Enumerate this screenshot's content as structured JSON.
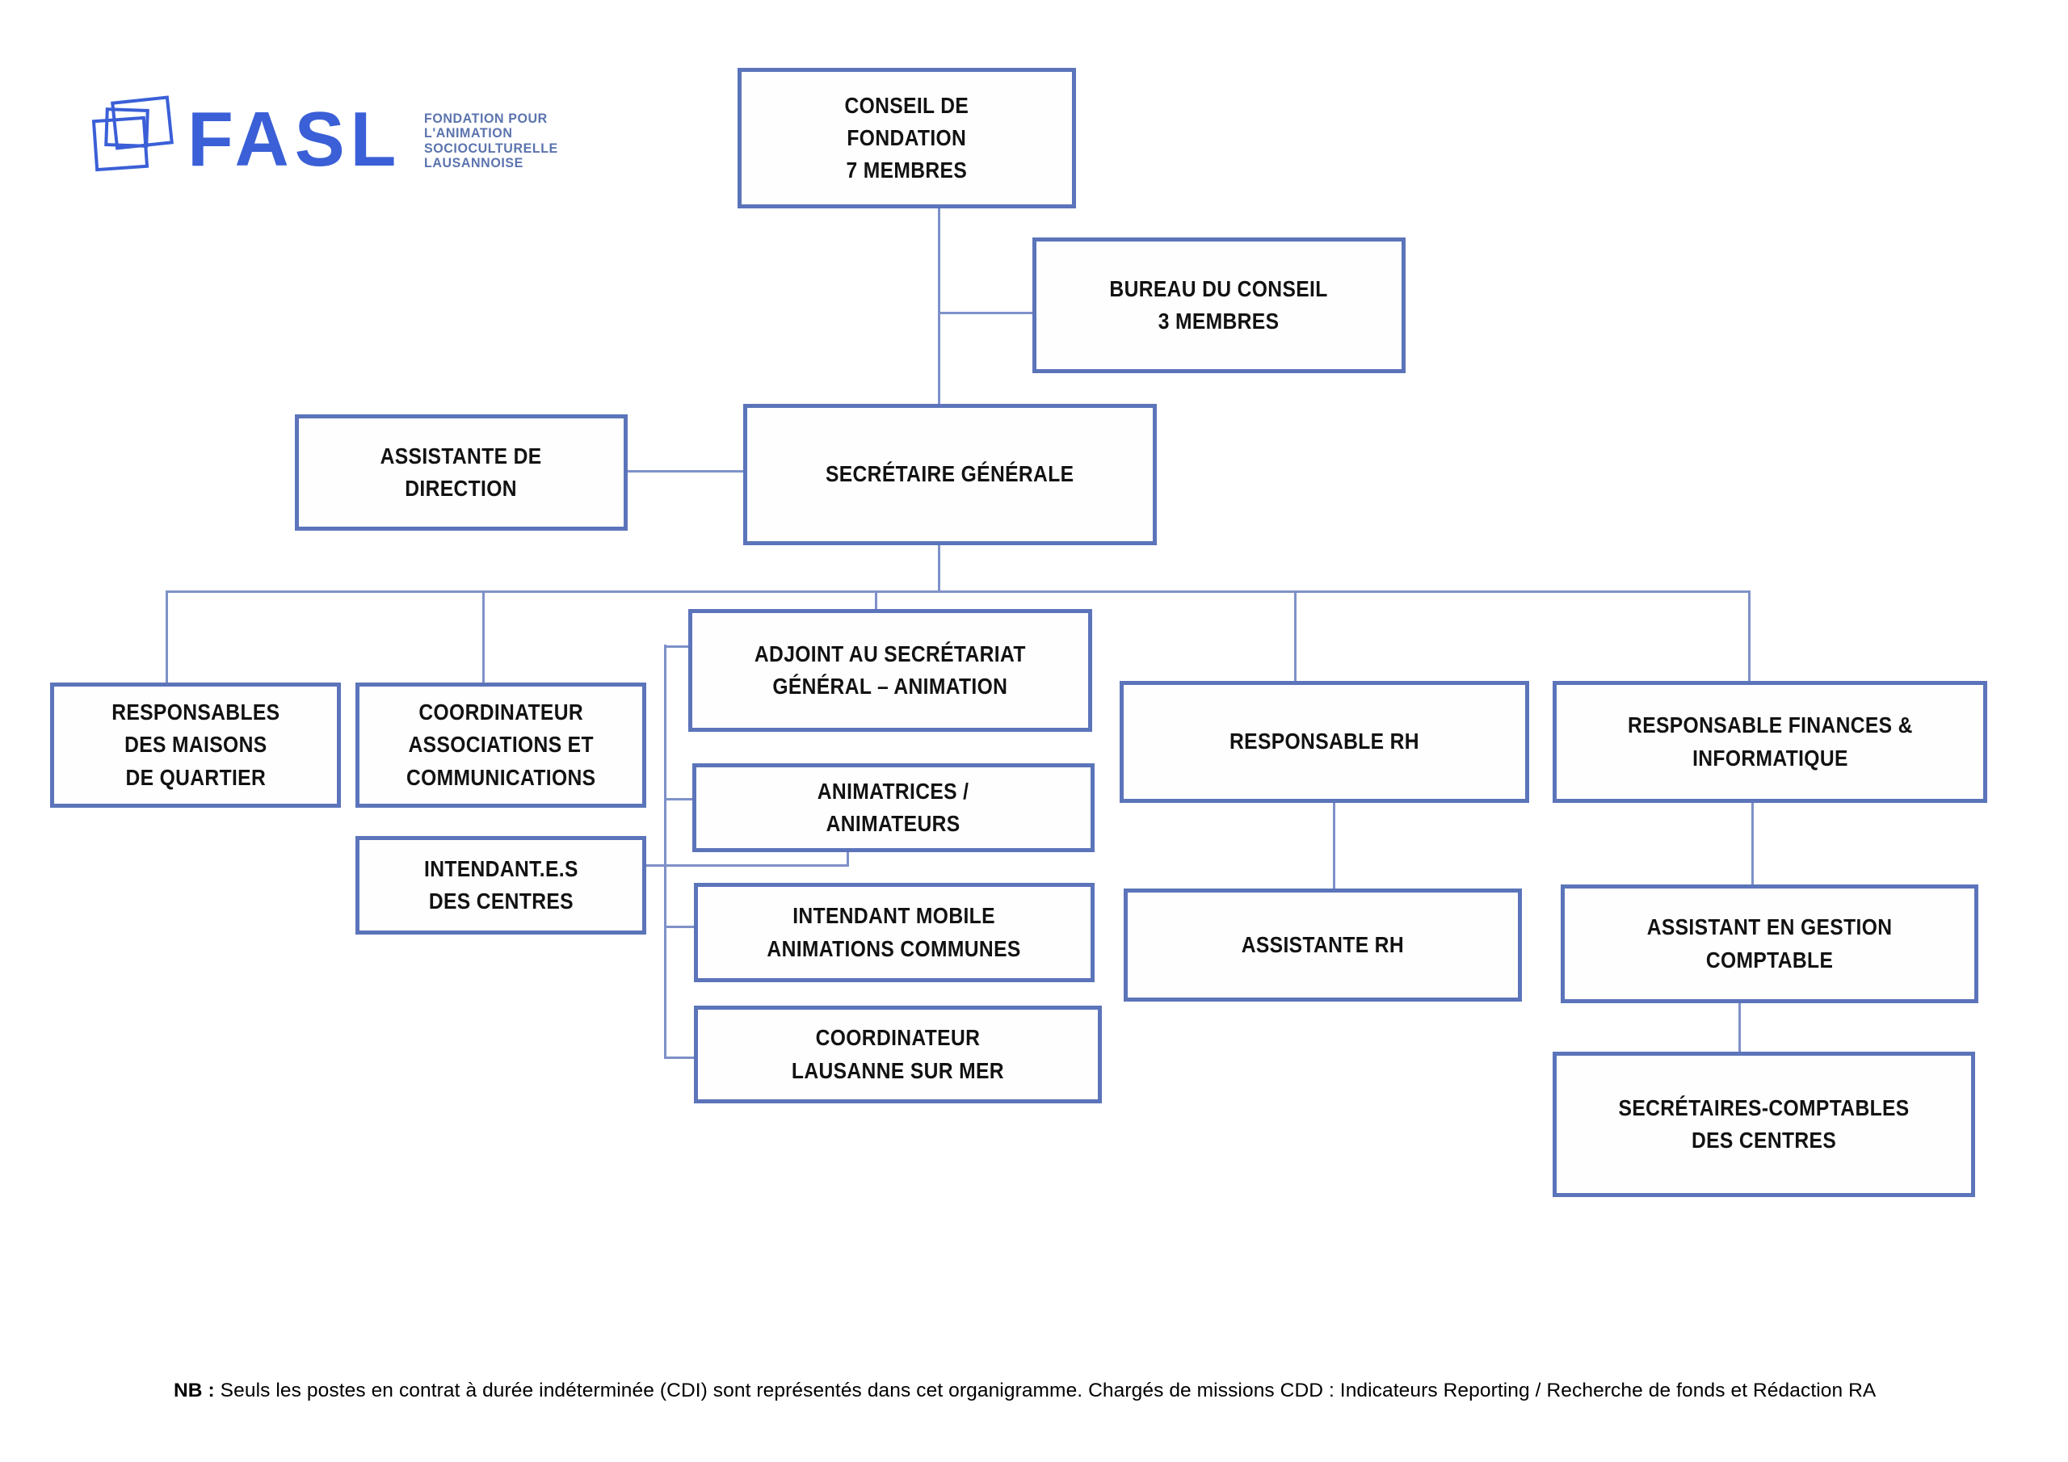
{
  "logo": {
    "brand": "FASL",
    "tagline": "FONDATION POUR\nL'ANIMATION\nSOCIOCULTURELLE\nLAUSANNOISE",
    "brand_color": "#3a5fd7",
    "tagline_color": "#5b74ae"
  },
  "colors": {
    "box_border": "#5b74ba",
    "connector": "#7e91c9",
    "text": "#121212",
    "background": "#ffffff"
  },
  "nodes": [
    {
      "id": "conseil-de-fondation",
      "label": "CONSEIL DE\nFONDATION\n7 MEMBRES"
    },
    {
      "id": "bureau-du-conseil",
      "label": "BUREAU DU CONSEIL\n3 MEMBRES"
    },
    {
      "id": "assistante-de-direction",
      "label": "ASSISTANTE DE\nDIRECTION"
    },
    {
      "id": "secretaire-generale",
      "label": "SECRÉTAIRE GÉNÉRALE"
    },
    {
      "id": "responsables-des-maisons-de-quartier",
      "label": "RESPONSABLES\nDES MAISONS\nDE QUARTIER"
    },
    {
      "id": "coordinateur-associations-et-communications",
      "label": "COORDINATEUR\nASSOCIATIONS ET\nCOMMUNICATIONS"
    },
    {
      "id": "adjoint-au-secretariat-general-animation",
      "label": "ADJOINT AU SECRÉTARIAT\nGÉNÉRAL – ANIMATION"
    },
    {
      "id": "responsable-rh",
      "label": "RESPONSABLE RH"
    },
    {
      "id": "responsable-finances-informatique",
      "label": "RESPONSABLE FINANCES &\nINFORMATIQUE"
    },
    {
      "id": "intendant-e-s-des-centres",
      "label": "INTENDANT.E.S\nDES CENTRES"
    },
    {
      "id": "animatrices-animateurs",
      "label": "ANIMATRICES /\nANIMATEURS"
    },
    {
      "id": "intendant-mobile-animations-communes",
      "label": "INTENDANT MOBILE\nANIMATIONS COMMUNES"
    },
    {
      "id": "coordinateur-lausanne-sur-mer",
      "label": "COORDINATEUR\nLAUSANNE SUR MER"
    },
    {
      "id": "assistante-rh",
      "label": "ASSISTANTE RH"
    },
    {
      "id": "assistant-en-gestion-comptable",
      "label": "ASSISTANT EN GESTION\nCOMPTABLE"
    },
    {
      "id": "secretaires-comptables-des-centres",
      "label": "SECRÉTAIRES-COMPTABLES\nDES CENTRES"
    }
  ],
  "note": {
    "prefix": "NB :",
    "text": " Seuls les postes en contrat à durée indéterminée (CDI) sont représentés dans cet organigramme. Chargés de missions CDD : Indicateurs Reporting / Recherche de fonds et Rédaction RA"
  }
}
